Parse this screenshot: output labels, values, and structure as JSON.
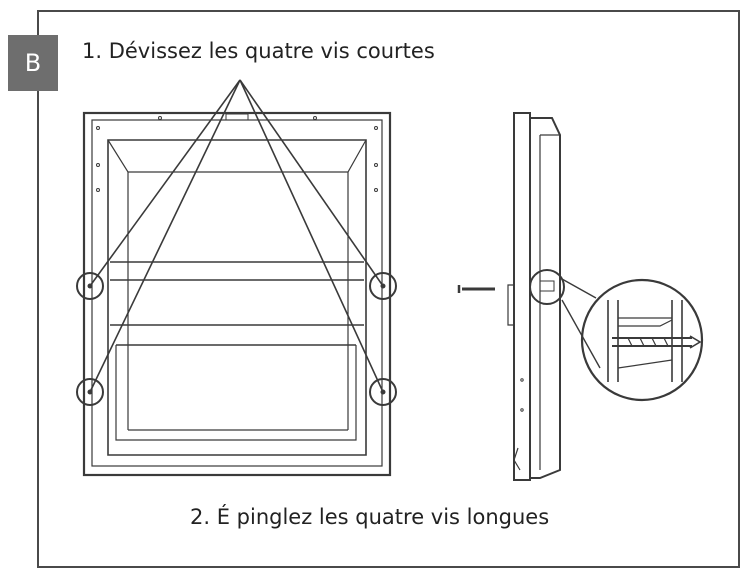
{
  "badge": {
    "label": "B"
  },
  "instructions": {
    "step1": "1. Dévissez les quatre vis courtes",
    "step2": "2. É pinglez les quatre vis longues"
  },
  "colors": {
    "line": "#3a3a3a",
    "badge_bg": "#6e6e6e",
    "badge_text": "#ffffff"
  }
}
